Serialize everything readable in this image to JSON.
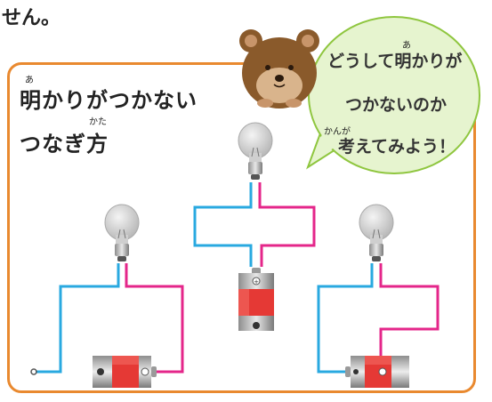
{
  "top_text": "せん。",
  "heading": {
    "line1": "明かりがつかない",
    "line1_ruby": "あ",
    "line2": "つなぎ方",
    "line2_ruby": "かた"
  },
  "bubble": {
    "line1": "どうして明かりが",
    "line1_ruby": "あ",
    "line2": "つかないのか",
    "line3": "考えてみよう！",
    "line3_ruby": "かんが"
  },
  "colors": {
    "frame": "#e9892f",
    "wire_blue": "#29a9e0",
    "wire_pink": "#e4268a",
    "battery_red": "#e53935",
    "bubble_fill": "#e6f4cf",
    "bear": "#8a5a2b"
  },
  "icons": [
    "bear-mascot-icon",
    "light-bulb-icon",
    "battery-icon",
    "speech-bubble-icon"
  ]
}
